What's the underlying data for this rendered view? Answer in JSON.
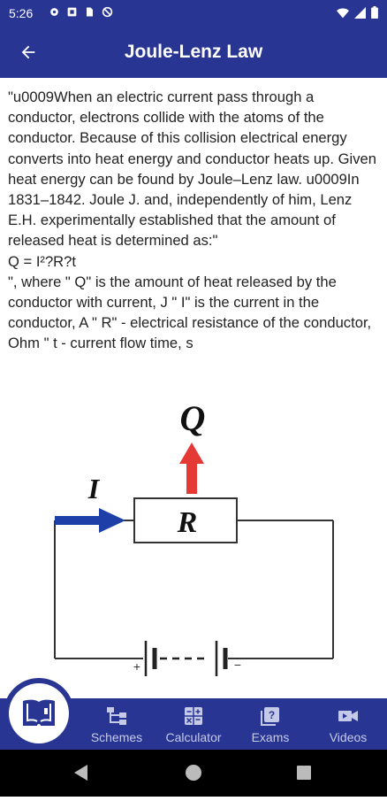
{
  "status": {
    "time": "5:26"
  },
  "appbar": {
    "title": "Joule-Lenz Law"
  },
  "content": {
    "text": "\"u0009When an electric current pass through a conductor, electrons collide with the atoms of the conductor. Because of this collision electrical energy converts into heat energy and conductor heats up. Given heat energy can be found by Joule–Lenz law. u0009In 1831–1842. Joule J. and, independently of him, Lenz E.H. experimentally established that the amount of released heat is determined as:\"\nQ = I²?R?t\n\", where \" Q\" is the amount of heat released by the conductor with current, J \" I\" is the current in the conductor, A \" R\" - electrical resistance of the conductor, Ohm \" t - current flow time, s"
  },
  "diagram": {
    "q_label": "Q",
    "i_label": "I",
    "r_label": "R",
    "plus": "+",
    "minus": "−"
  },
  "nav": {
    "schemes": "Schemes",
    "calculator": "Calculator",
    "exams": "Exams",
    "videos": "Videos"
  }
}
